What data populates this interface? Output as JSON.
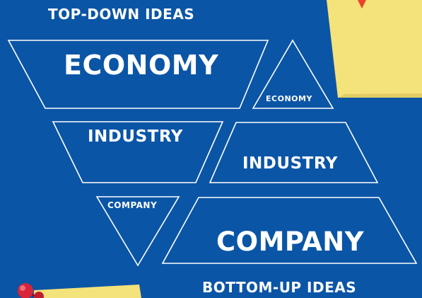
{
  "labels": {
    "top_down": "TOP-DOWN IDEAS",
    "bottom_up": "BOTTOM-UP IDEAS"
  },
  "top_down_funnel": {
    "economy": "ECONOMY",
    "industry": "INDUSTRY",
    "company": "COMPANY"
  },
  "bottom_up_pyramid": {
    "economy": "ECONOMY",
    "industry": "INDUSTRY",
    "company": "COMPANY"
  },
  "colors": {
    "background": "#0b55a6",
    "stroke": "#ffffff",
    "sticky_note": "#f4e27a",
    "pin_head": "#d8253a"
  }
}
